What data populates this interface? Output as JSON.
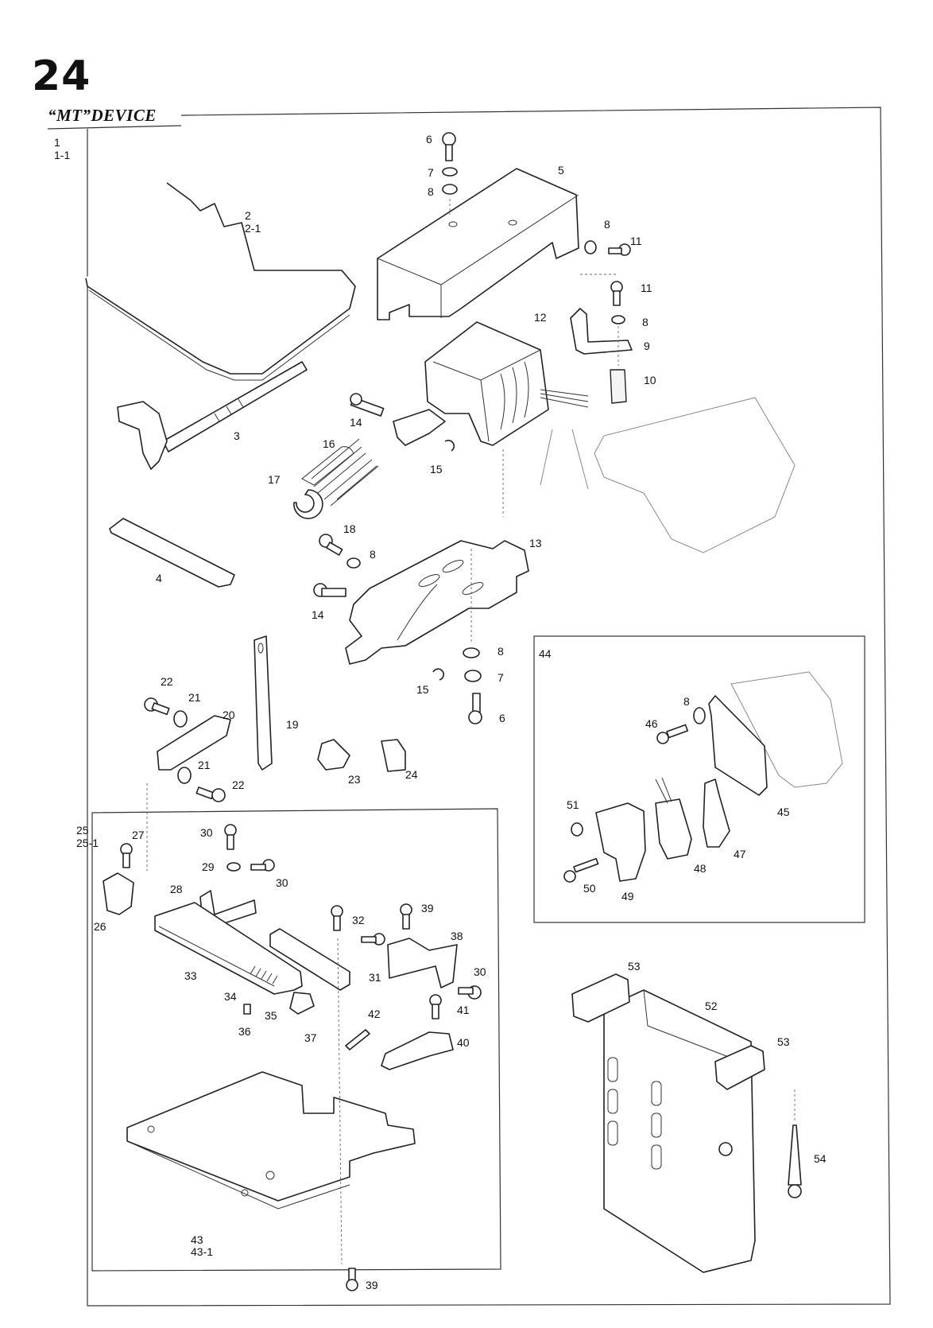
{
  "header": {
    "page_number": "24",
    "title": "“MT”DEVICE"
  },
  "group_labels": {
    "main_a": "1",
    "main_b": "1-1",
    "sub_a_1": "25",
    "sub_a_2": "25-1",
    "sub_b": "44"
  },
  "callouts": [
    "6",
    "7",
    "8",
    "5",
    "8",
    "11",
    "11",
    "8",
    "12",
    "9",
    "10",
    "2",
    "2-1",
    "3",
    "14",
    "16",
    "15",
    "17",
    "18",
    "8",
    "13",
    "4",
    "14",
    "8",
    "7",
    "15",
    "6",
    "22",
    "21",
    "20",
    "19",
    "21",
    "22",
    "23",
    "24",
    "27",
    "30",
    "29",
    "30",
    "28",
    "26",
    "32",
    "39",
    "38",
    "33",
    "31",
    "30",
    "34",
    "35",
    "41",
    "36",
    "37",
    "42",
    "40",
    "43",
    "43-1",
    "39",
    "8",
    "46",
    "45",
    "51",
    "47",
    "48",
    "50",
    "49",
    "53",
    "52",
    "53",
    "54"
  ]
}
